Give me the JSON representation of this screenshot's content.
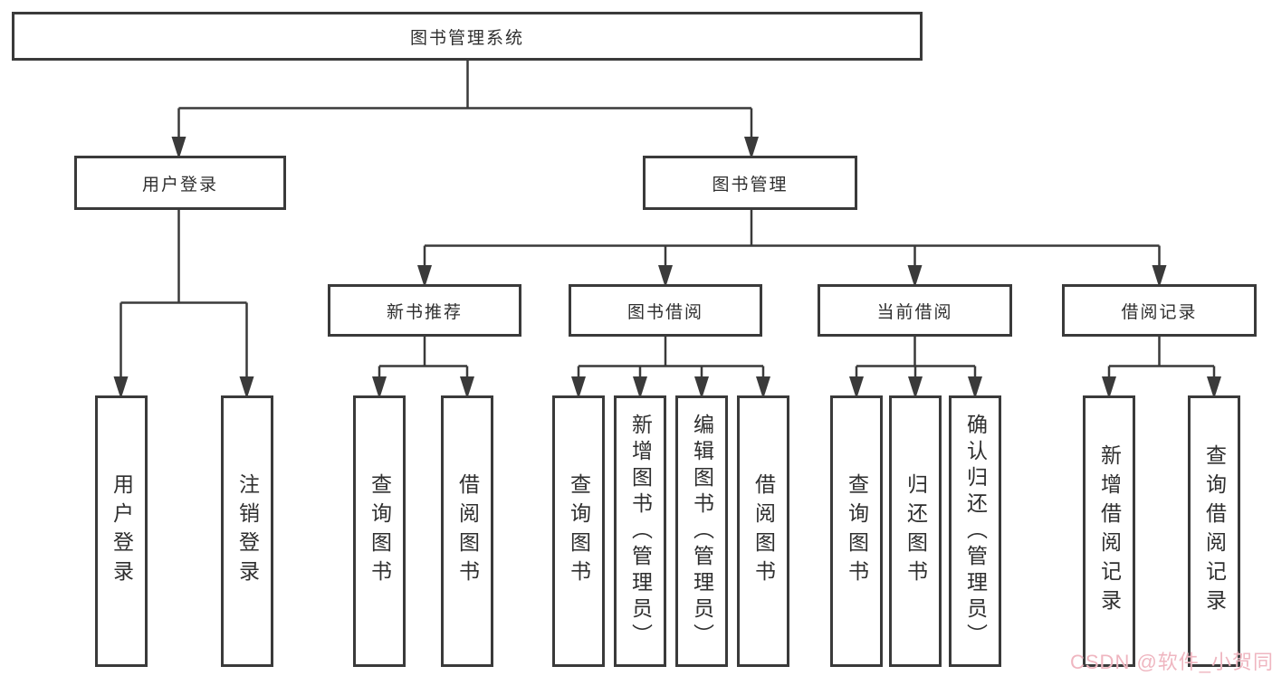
{
  "diagram": {
    "root": {
      "label": "图书管理系统"
    },
    "level2": [
      {
        "label": "用户登录"
      },
      {
        "label": "图书管理"
      }
    ],
    "level3": [
      {
        "label": "新书推荐"
      },
      {
        "label": "图书借阅"
      },
      {
        "label": "当前借阅"
      },
      {
        "label": "借阅记录"
      }
    ],
    "leaves": [
      {
        "label": "用户登录"
      },
      {
        "label": "注销登录"
      },
      {
        "label": "查询图书"
      },
      {
        "label": "借阅图书"
      },
      {
        "label": "查询图书"
      },
      {
        "label": "新增图书（管理员）"
      },
      {
        "label": "编辑图书（管理员）"
      },
      {
        "label": "借阅图书"
      },
      {
        "label": "查询图书"
      },
      {
        "label": "归还图书"
      },
      {
        "label": "确认归还（管理员）"
      },
      {
        "label": "新增借阅记录"
      },
      {
        "label": "查询借阅记录"
      }
    ]
  },
  "watermark": {
    "text": "CSDN @软件_小贺同学",
    "color": "#efb6c0"
  },
  "colors": {
    "line": "#3a3a3a",
    "text": "#2f2f2f",
    "box_background": "#ffffff"
  }
}
